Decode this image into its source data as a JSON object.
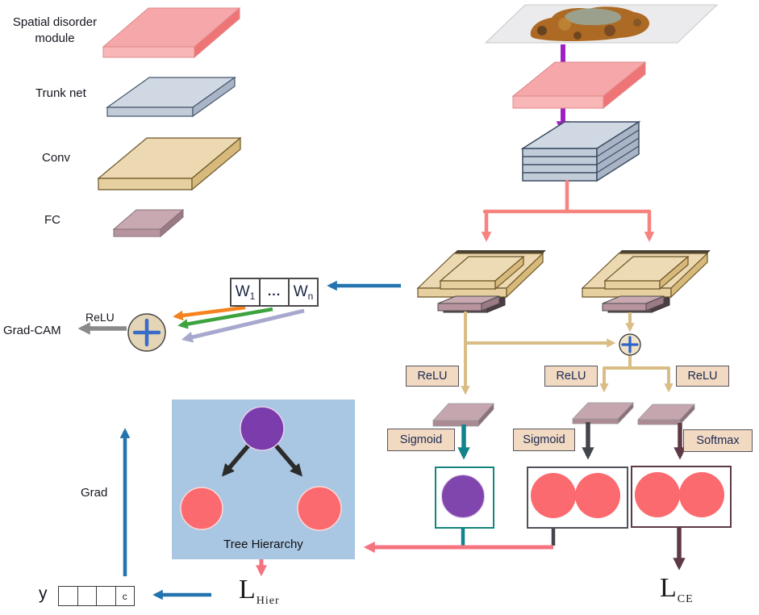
{
  "legend": {
    "items": [
      {
        "label": "Spatial disorder module"
      },
      {
        "label": "Trunk net"
      },
      {
        "label": "Conv"
      },
      {
        "label": "FC"
      }
    ]
  },
  "gradcam": {
    "label": "Grad-CAM",
    "relu_label": "ReLU",
    "weights": [
      {
        "base": "W",
        "sub": "1"
      },
      {
        "dots": "..."
      },
      {
        "base": "W",
        "sub": "n"
      }
    ]
  },
  "activations": {
    "relu_left": "ReLU",
    "relu_middle": "ReLU",
    "relu_right": "ReLU",
    "sigmoid_left": "Sigmoid",
    "sigmoid_middle": "Sigmoid",
    "softmax": "Softmax"
  },
  "tree": {
    "caption": "Tree Hierarchy"
  },
  "grad_arrow": {
    "label": "Grad"
  },
  "output_vector": {
    "label": "y",
    "cells": [
      "",
      "",
      "",
      "c"
    ]
  },
  "losses": {
    "hier_base": "L",
    "hier_sub": "Hier",
    "ce_base": "L",
    "ce_sub": "CE"
  },
  "colors": {
    "spatial_disorder_module": "#f5a7a9",
    "trunk_net": "#d0d8e3",
    "conv": "#ecd9b2",
    "fc": "#c9a9b1",
    "tree_box_background": "#a9c6e3",
    "parent_node_purple": "#7b3dab",
    "leaf_node_red": "#fa6a6e",
    "purple_arrow": "#9e22c3",
    "salmon_arrow": "#f5837e",
    "tan_line": "#d9bd85",
    "teal_arrow": "#12838a",
    "dark_gray_arrow": "#43454c",
    "maroon_arrow": "#5d3a45",
    "blue_arrow": "#2273ae",
    "pink_arrow": "#f5737f",
    "orange_arrow": "#f5821e",
    "green_arrow": "#3da33f",
    "lavender_arrow": "#a8a8cf",
    "gray_arrow": "#8a8a8a"
  }
}
